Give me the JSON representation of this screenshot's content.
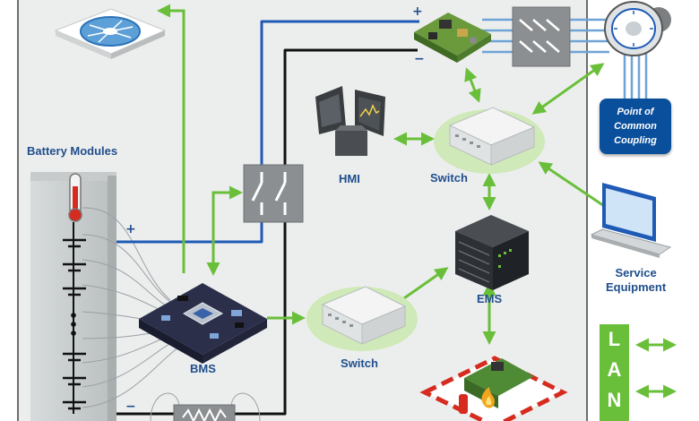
{
  "labels": {
    "battery_modules": "Battery Modules",
    "bms": "BMS",
    "hmi": "HMI",
    "switch_top": "Switch",
    "switch_bottom": "Switch",
    "ems": "EMS",
    "service_equipment": "Service\nEquipment",
    "pcc": "Point of\nCommon\nCoupling",
    "lan": [
      "L",
      "A",
      "N"
    ]
  },
  "signs": {
    "plus_top": "+",
    "minus_top": "−",
    "plus_battery": "+",
    "minus_battery": "−"
  },
  "colors": {
    "background": "#ecefef",
    "panel_border": "#6d6d6d",
    "green_link": "#6abf3a",
    "blue_power": "#1f5bb5",
    "black_power": "#111111",
    "label_blue": "#1f4e8c",
    "pcc_blue": "#0a4f9c",
    "switch_ellipse": "#cfe9b8",
    "fire_red": "#d62b1f"
  },
  "icons": {
    "fan": "fan-icon",
    "inverter": "inverter-board-icon",
    "breaker_top": "breaker-switch-icon",
    "meter": "energy-meter-icon",
    "hmi": "hmi-monitor-icon",
    "switch": "network-switch-icon",
    "ems": "server-rack-icon",
    "laptop": "laptop-icon",
    "thermometer": "thermometer-icon",
    "fire": "fire-suppression-icon",
    "resistor": "resistor-icon"
  }
}
